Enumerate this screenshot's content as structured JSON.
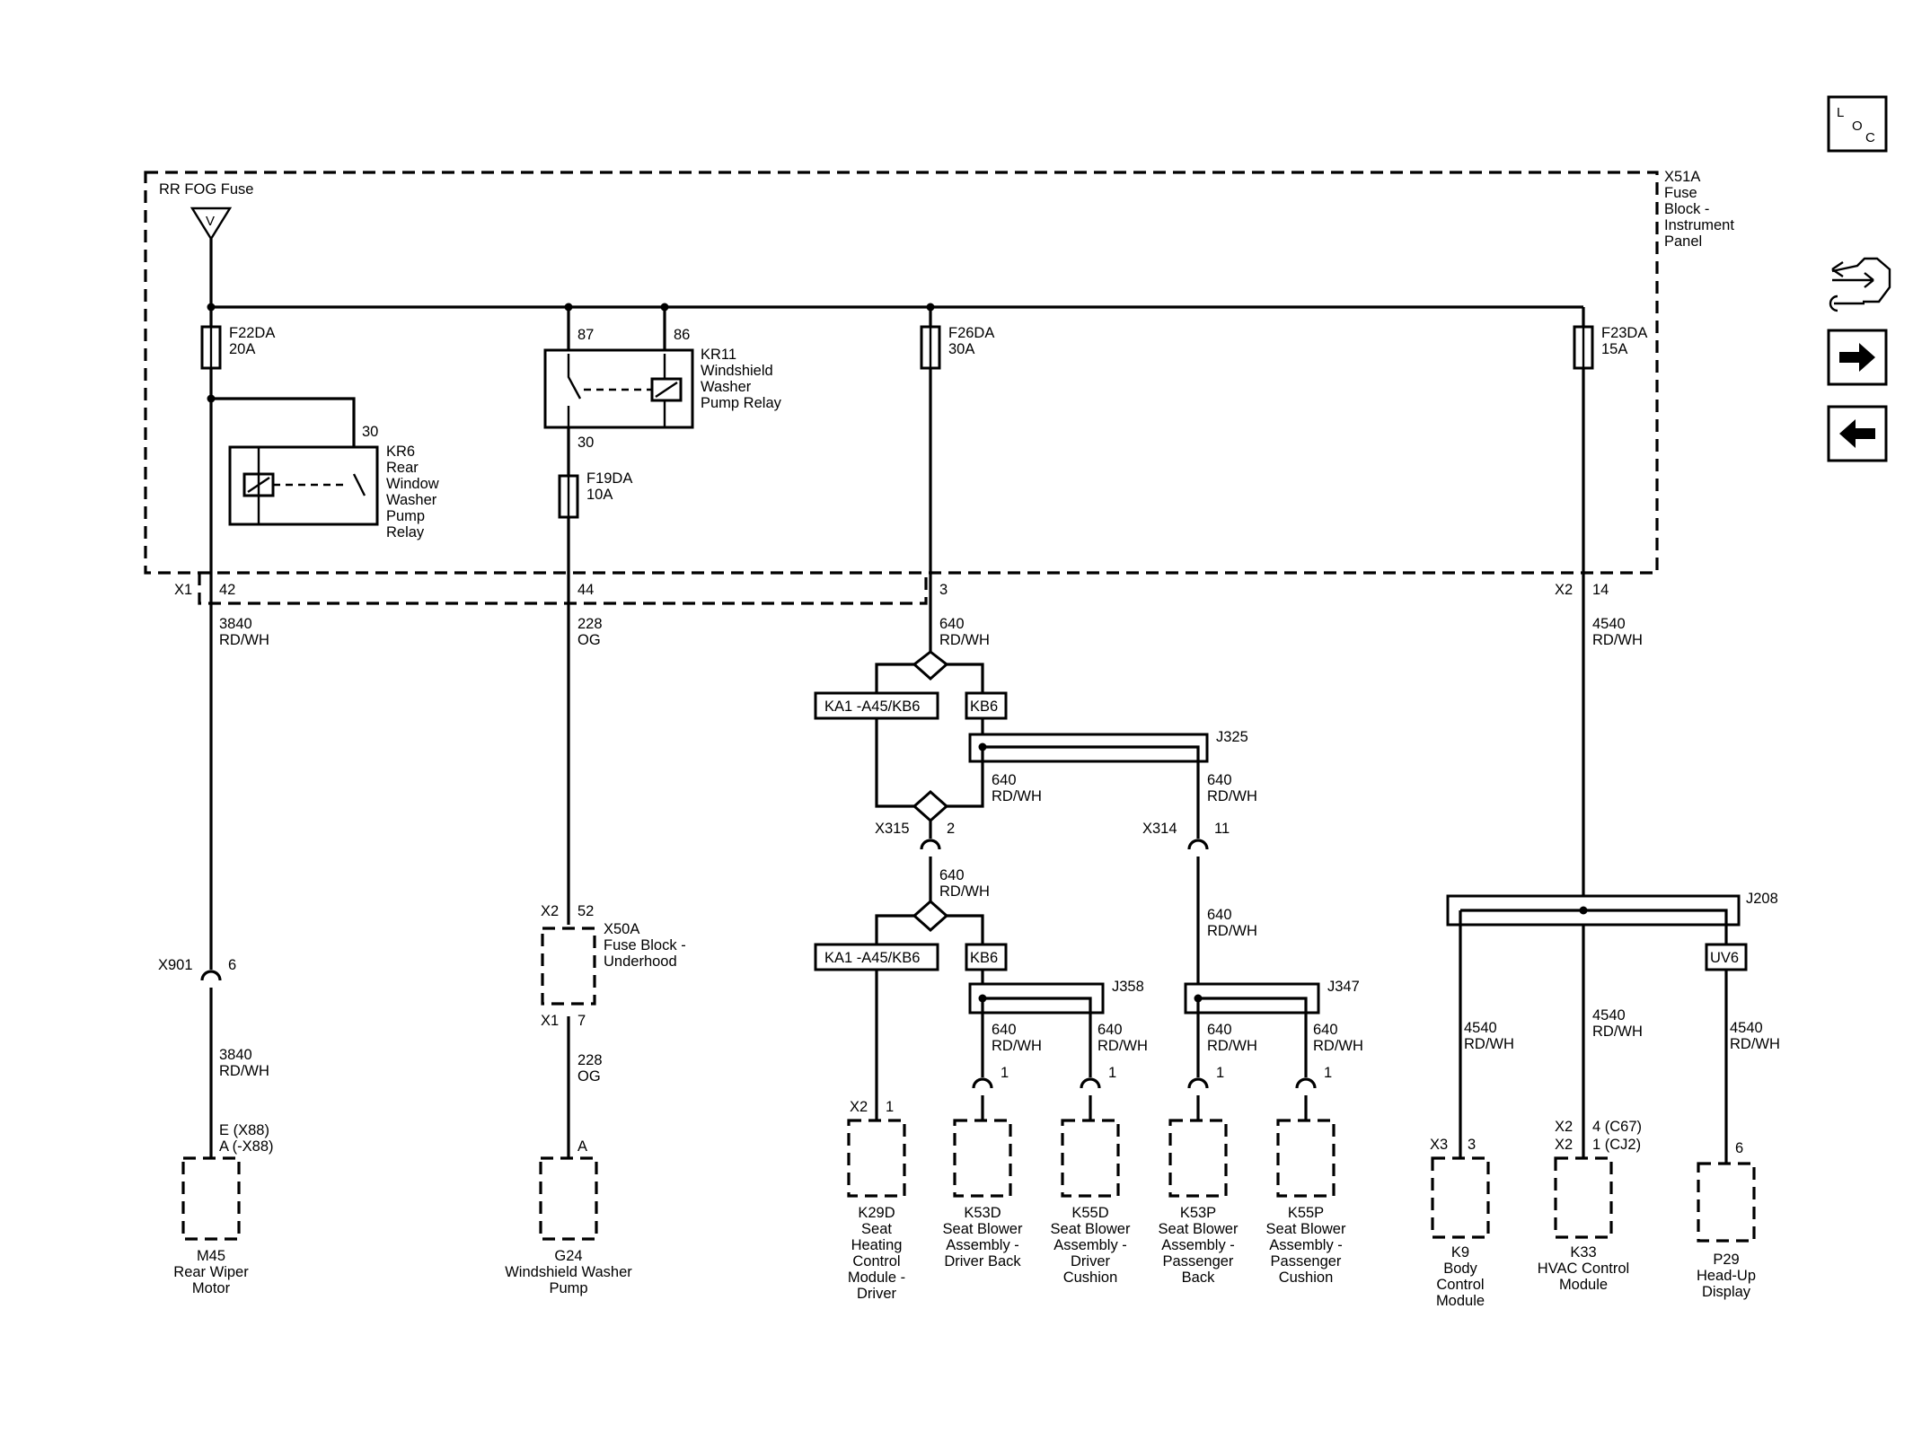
{
  "nav": {
    "loc": {
      "l": "L",
      "o": "O",
      "c": "C"
    }
  },
  "fuse_block_ip": {
    "id": "X51A",
    "name_lines": [
      "Fuse",
      "Block -",
      "Instrument",
      "Panel"
    ],
    "power_source": "RR FOG Fuse",
    "power_symbol": "V"
  },
  "fuses": {
    "f22da": {
      "id": "F22DA",
      "rating": "20A"
    },
    "f26da": {
      "id": "F26DA",
      "rating": "30A"
    },
    "f23da": {
      "id": "F23DA",
      "rating": "15A"
    },
    "f19da": {
      "id": "F19DA",
      "rating": "10A"
    }
  },
  "relays": {
    "kr6": {
      "pin": "30",
      "lines": [
        "KR6",
        "Rear",
        "Window",
        "Washer",
        "Pump",
        "Relay"
      ]
    },
    "kr11": {
      "pin87": "87",
      "pin86": "86",
      "pin30": "30",
      "lines": [
        "KR11",
        "Windshield",
        "Washer",
        "Pump Relay"
      ]
    }
  },
  "connectors": {
    "x1": "X1",
    "x1_pin42": "42",
    "x1_pin44": "44",
    "x1_pin3": "3",
    "x2": "X2",
    "x2_pin14": "14",
    "x315": "X315",
    "x315_pin": "2",
    "x314": "X314",
    "x314_pin": "11",
    "x901": "X901",
    "x901_pin": "6",
    "x50a_x2": "X2",
    "x50a_pin52": "52",
    "x50a_x1": "X1",
    "x50a_pin7": "7",
    "x50a_lines": [
      "X50A",
      "Fuse Block -",
      "Underhood"
    ],
    "m45_pins": [
      "E  (X88)",
      "A  (-X88)"
    ],
    "g24_pin": "A",
    "k29d_conn": "X2",
    "k29d_pin": "1",
    "k53d_pin": "1",
    "k55d_pin": "1",
    "k53p_pin": "1",
    "k55p_pin": "1",
    "k9_conn": "X3",
    "k9_pin": "3",
    "k33_conn1": "X2",
    "k33_pin1": "4 (C67)",
    "k33_conn2": "X2",
    "k33_pin2": "1 (CJ2)",
    "p29_pin": "6"
  },
  "wires": {
    "w3840": [
      "3840",
      "RD/WH"
    ],
    "w228": [
      "228",
      "OG"
    ],
    "w640": [
      "640",
      "RD/WH"
    ],
    "w4540": [
      "4540",
      "RD/WH"
    ]
  },
  "options": {
    "ka1": "KA1 -A45/KB6",
    "kb6": "KB6",
    "uv6": "UV6"
  },
  "splices": {
    "j325": "J325",
    "j358": "J358",
    "j347": "J347",
    "j208": "J208"
  },
  "components": {
    "m45": [
      "M45",
      "Rear Wiper",
      "Motor"
    ],
    "g24": [
      "G24",
      "Windshield Washer",
      "Pump"
    ],
    "k29d": [
      "K29D",
      "Seat",
      "Heating",
      "Control",
      "Module -",
      "Driver"
    ],
    "k53d": [
      "K53D",
      "Seat Blower",
      "Assembly -",
      "Driver Back"
    ],
    "k55d": [
      "K55D",
      "Seat Blower",
      "Assembly -",
      "Driver",
      "Cushion"
    ],
    "k53p": [
      "K53P",
      "Seat Blower",
      "Assembly -",
      "Passenger",
      "Back"
    ],
    "k55p": [
      "K55P",
      "Seat Blower",
      "Assembly -",
      "Passenger",
      "Cushion"
    ],
    "k9": [
      "K9",
      "Body",
      "Control",
      "Module"
    ],
    "k33": [
      "K33",
      "HVAC Control",
      "Module"
    ],
    "p29": [
      "P29",
      "Head-Up",
      "Display"
    ]
  }
}
